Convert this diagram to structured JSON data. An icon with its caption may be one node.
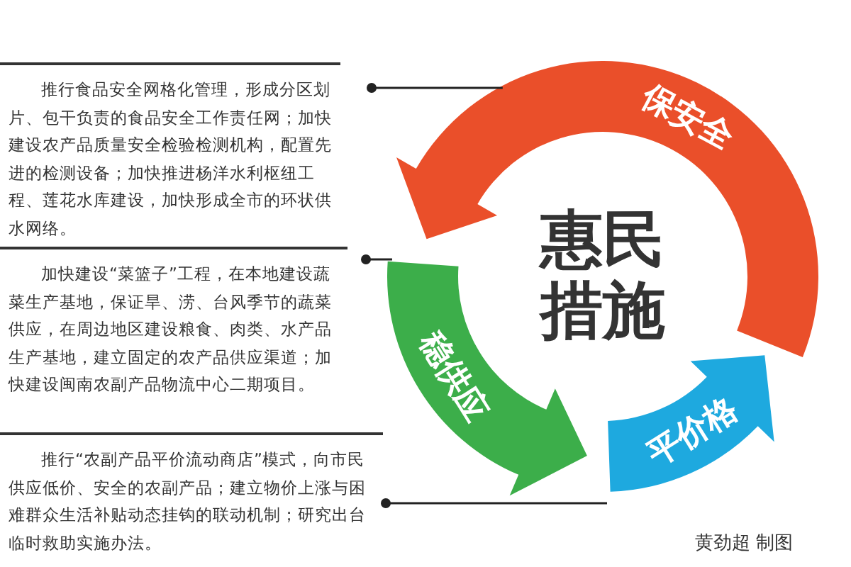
{
  "diagram": {
    "nodes": [
      {
        "text": [
          "推行食品安全网格化管理，形成分区划片、包干负责的食品安全工作责任网；加快建设农产品质量安全检验检测机构，配置先进的检测设备；加快推进杨洋水利枢纽工程、莲花水库建设，加快形成全市的环状供水网络。"
        ]
      },
      {
        "text": [
          "加快建设“菜篮子”工程，在本地建设蔬菜生产基地，保证旱、涝、台风季节的蔬菜供应，在周边地区建设粮食、肉类、水产品生产基地，建立固定的农产品供应渠道；加快建设闽南农副产品物流中心二期项目。"
        ]
      },
      {
        "text": [
          "推行“农副产品平价流动商店”模式，向市民供应低价、安全的农副产品；建立物价上涨与困难群众生活补贴动态挂钩的联动机制；研究出台临时救助实施办法。"
        ]
      },
      {
        "text": [
          "保安全"
        ]
      },
      {
        "text": [
          "稳供应"
        ]
      },
      {
        "text": [
          "平价格"
        ]
      }
    ],
    "edges": [
      {
        "from": 0,
        "to": 3,
        "arrow": "other"
      },
      {
        "from": 1,
        "to": 4,
        "arrow": "other"
      },
      {
        "from": 2,
        "to": 5,
        "arrow": "other"
      }
    ],
    "labels": [
      "惠民措施",
      "黄劲超 制图"
    ]
  }
}
